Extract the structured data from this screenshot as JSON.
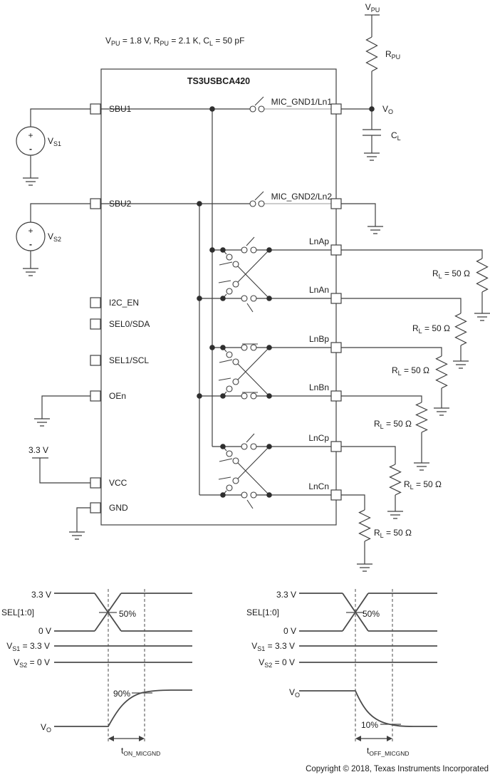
{
  "conditions": [
    "V",
    "PU",
    " = 1.8 V, R",
    "PU",
    " = 2.1 K, C",
    "L",
    " = 50 pF"
  ],
  "ic": {
    "title": "TS3USBCA420",
    "left_pins": [
      "SBU1",
      "SBU2",
      "I2C_EN",
      "SEL0/SDA",
      "SEL1/SCL",
      "OEn",
      "VCC",
      "GND"
    ],
    "right_pins": [
      "MIC_GND1/Ln1",
      "MIC_GND2/Ln2",
      "LnAp",
      "LnAn",
      "LnBp",
      "LnBn",
      "LnCp",
      "LnCn"
    ]
  },
  "sources": {
    "vs1": [
      "V",
      "S1"
    ],
    "vs2": [
      "V",
      "S2"
    ],
    "polarity_plus": "+",
    "polarity_minus": "-"
  },
  "supply": {
    "rail_3v3": "3.3 V"
  },
  "pullup": {
    "vpu": [
      "V",
      "PU"
    ],
    "rpu": [
      "R",
      "PU"
    ]
  },
  "output": {
    "vo": [
      "V",
      "O"
    ],
    "cl": [
      "C",
      "L"
    ]
  },
  "loads": [
    [
      "R",
      "L",
      " = 50 Ω"
    ],
    [
      "R",
      "L",
      " = 50 Ω"
    ],
    [
      "R",
      "L",
      " = 50 Ω"
    ],
    [
      "R",
      "L",
      " = 50 Ω"
    ],
    [
      "R",
      "L",
      " = 50 Ω"
    ],
    [
      "R",
      "L",
      " = 50 Ω"
    ]
  ],
  "timing": {
    "left": {
      "rail_high": "3.3 V",
      "rail_low": "0 V",
      "sel_label": "SEL[1:0]",
      "cross_pct": "50%",
      "vs1": [
        "V",
        "S1",
        " = 3.3 V"
      ],
      "vs2": [
        "V",
        "S2",
        " = 0 V"
      ],
      "threshold_pct": "90%",
      "vo": [
        "V",
        "O"
      ],
      "t_label": [
        "t",
        "ON_MICGND"
      ]
    },
    "right": {
      "rail_high": "3.3 V",
      "rail_low": "0 V",
      "sel_label": "SEL[1:0]",
      "cross_pct": "50%",
      "vs1": [
        "V",
        "S1",
        " = 3.3 V"
      ],
      "vs2": [
        "V",
        "S2",
        " = 0 V"
      ],
      "threshold_pct": "10%",
      "vo": [
        "V",
        "O"
      ],
      "t_label": [
        "t",
        "OFF_MICGND"
      ]
    }
  },
  "footer": {
    "copyright": "Copyright © 2018, Texas Instruments Incorporated"
  }
}
